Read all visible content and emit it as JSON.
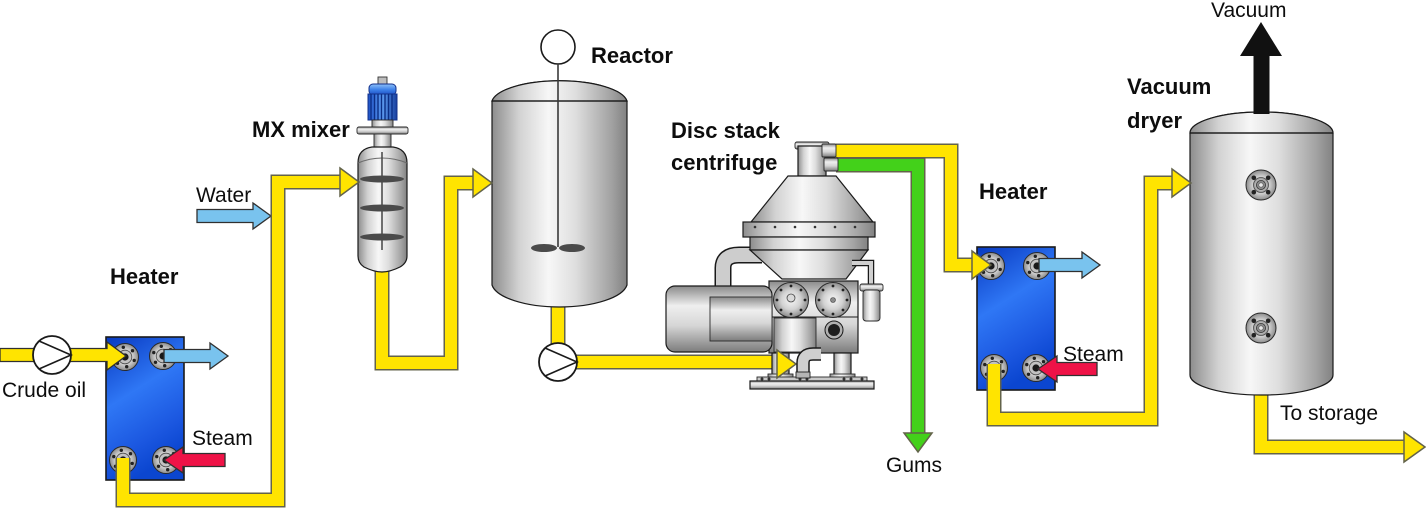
{
  "diagram": {
    "labels": {
      "crude_oil": "Crude oil",
      "heater_1": "Heater",
      "steam_1": "Steam",
      "water": "Water",
      "mx_mixer": "MX mixer",
      "reactor": "Reactor",
      "disc_stack_line1": "Disc stack",
      "disc_stack_line2": "centrifuge",
      "heater_2": "Heater",
      "steam_2": "Steam",
      "gums": "Gums",
      "vacuum_dryer_line1": "Vacuum",
      "vacuum_dryer_line2": "dryer",
      "vacuum_out": "Vacuum",
      "to_storage": "To storage"
    },
    "colors": {
      "oil_pipe": "#FFE400",
      "pipe_outline": "#63634A",
      "water_stream": "#79C3EE",
      "steam_stream": "#EF1347",
      "gums_stream": "#43D11A",
      "vacuum_stream": "#111111",
      "heat_exchanger_blue": "#1E5FE4",
      "vessel_gray": "#D6D6D6"
    }
  }
}
